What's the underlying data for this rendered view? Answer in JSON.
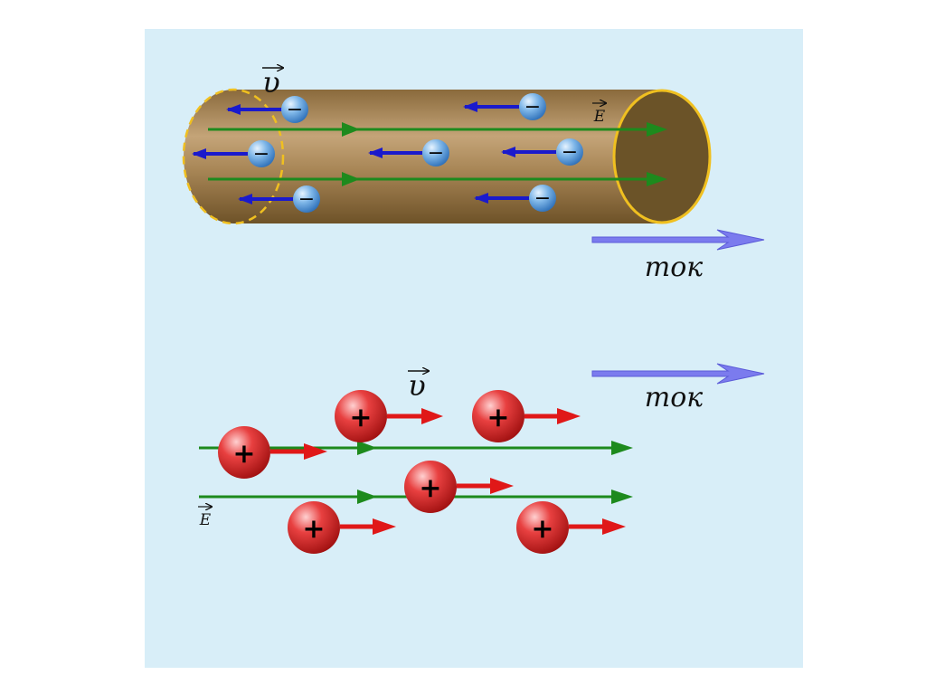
{
  "colors": {
    "panel": "#d8eef8",
    "conductor_body": "#a08050",
    "conductor_end": "#6b5328",
    "conductor_rim": "#f0c020",
    "field_line": "#1d8a1d",
    "electron": "#6aa8de",
    "velocity_electron": "#1a1acc",
    "positive_charge": "#d42a2a",
    "velocity_positive": "#e01818",
    "current_arrow": "#7b7bee"
  },
  "top": {
    "velocity_label": "υ",
    "field_label": "E",
    "current_label": "ток",
    "electron_sign": "−"
  },
  "bottom": {
    "velocity_label": "υ",
    "field_label": "E",
    "current_label": "ток",
    "charge_sign": "+"
  }
}
